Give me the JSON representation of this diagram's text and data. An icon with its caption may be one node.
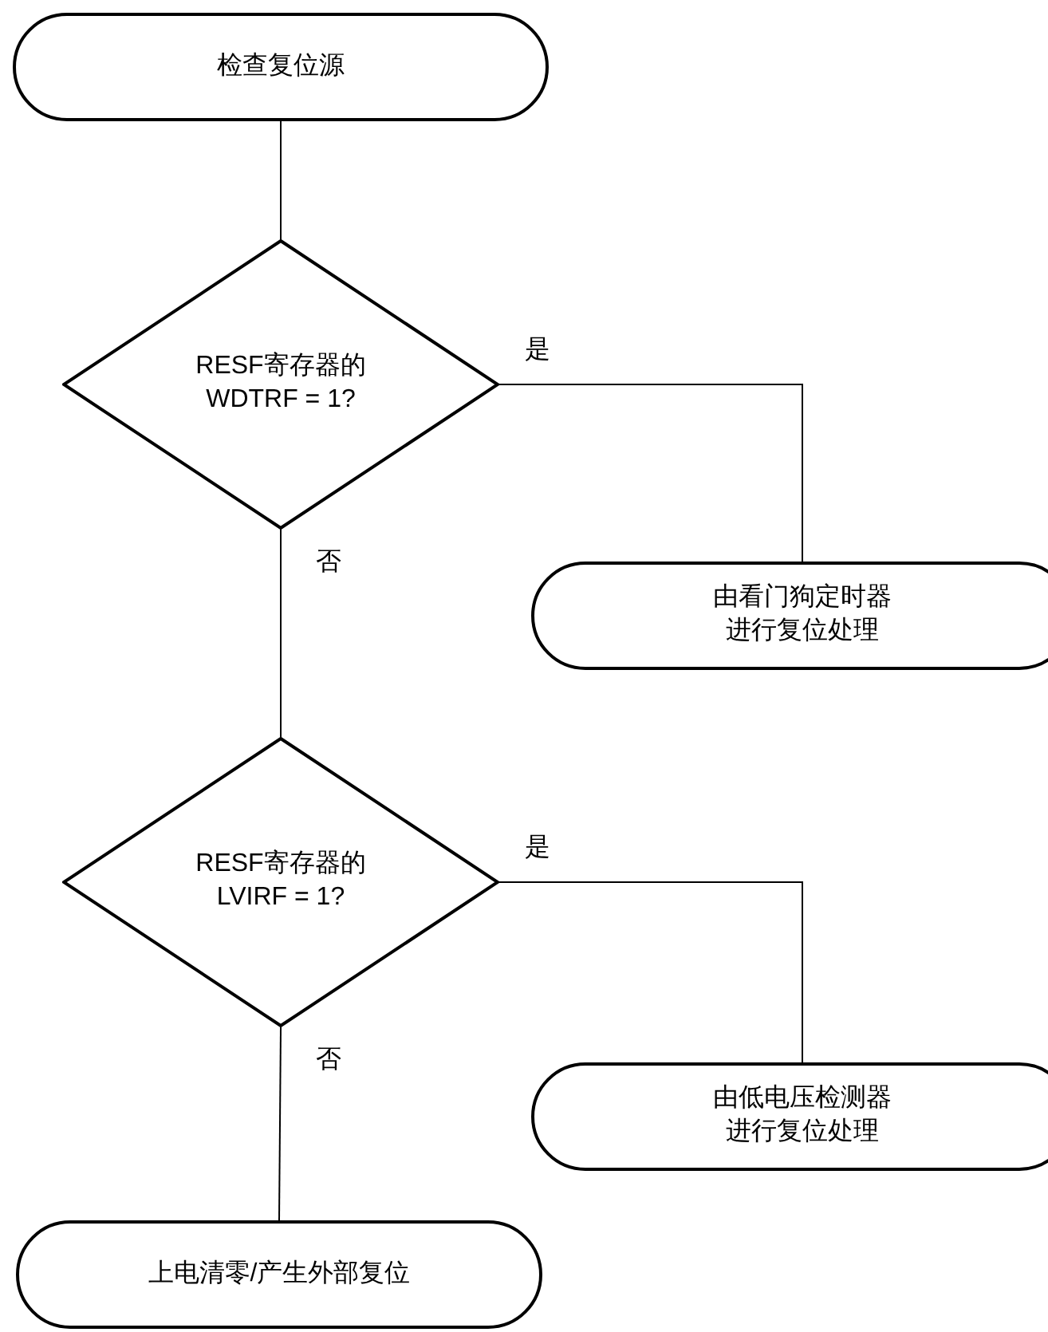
{
  "diagram": {
    "nodes": [
      {
        "text": [
          "检查复位源"
        ]
      },
      {
        "text": [
          "RESF寄存器的 WDTRF = 1?"
        ]
      },
      {
        "text": [
          "由看门狗定时器进行复位处理"
        ]
      },
      {
        "text": [
          "RESF寄存器的 LVIRF = 1?"
        ]
      },
      {
        "text": [
          "由低电压检测器进行复位处理"
        ]
      },
      {
        "text": [
          "上电清零/产生外部复位"
        ]
      }
    ],
    "edges": [
      {
        "from": 0,
        "to": 1,
        "arrow": "none"
      },
      {
        "from": 1,
        "to": 2,
        "arrow": "none",
        "label": "是"
      },
      {
        "from": 1,
        "to": 3,
        "arrow": "none",
        "label": "否"
      },
      {
        "from": 3,
        "to": 4,
        "arrow": "none",
        "label": "是"
      },
      {
        "from": 3,
        "to": 5,
        "arrow": "none",
        "label": "否"
      }
    ]
  }
}
